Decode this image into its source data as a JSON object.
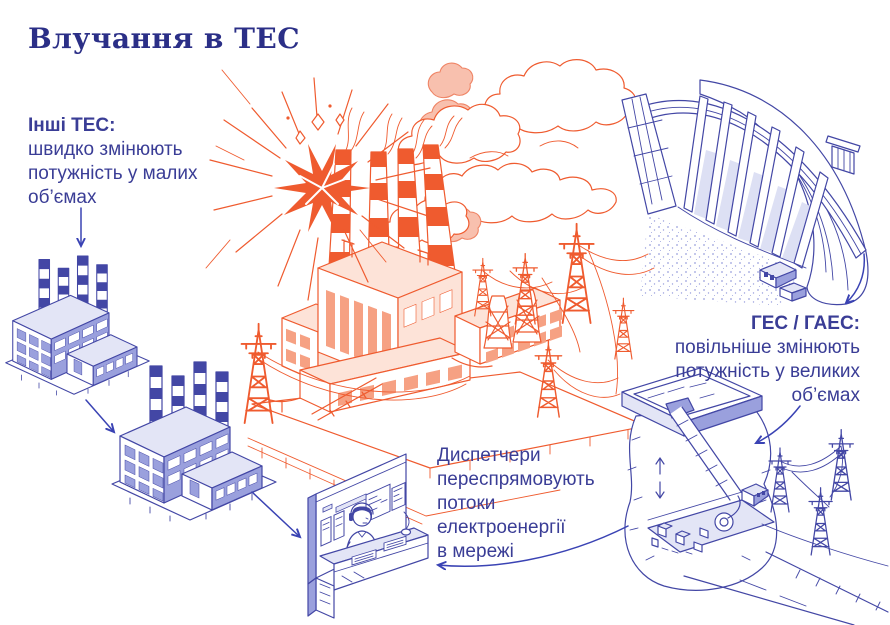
{
  "title": "Влучання в ТЕС",
  "notes": {
    "other_tpp": {
      "heading": "Інші ТЕС:",
      "lines": [
        "швидко змінюють",
        "потужність у малих",
        "об’ємах"
      ]
    },
    "hpp": {
      "heading": "ГЕС / ГАЕС:",
      "lines": [
        "повільніше змінюють",
        "потужність у великих",
        "об’ємах"
      ]
    },
    "dispatchers": {
      "lines": [
        "Диспетчери",
        "переспрямовують",
        "потоки",
        "електроенергії",
        "в мережі"
      ]
    }
  },
  "illustrations": [
    "damaged-tpp-illustration",
    "explosion-icon",
    "smoke-clouds-icon",
    "small-tpp-illustration-1",
    "small-tpp-illustration-2",
    "dam-illustration",
    "pumped-storage-illustration",
    "dispatcher-console-illustration",
    "power-pylon-icon",
    "cooling-tower-icon"
  ],
  "colors": {
    "navy": "#2b2f87",
    "ink": "#3a3d96",
    "blue": "#4347a5",
    "blueL": "#e3e5f6",
    "blueM": "#9aa0dd",
    "arrow": "#3a43b4",
    "orange": "#ef5b2f",
    "orangeL": "#fde3d8",
    "orangeMid": "#f6a183",
    "pink": "#f8c0ae",
    "pinkLine": "#ef8465",
    "bg": "#ffffff"
  }
}
